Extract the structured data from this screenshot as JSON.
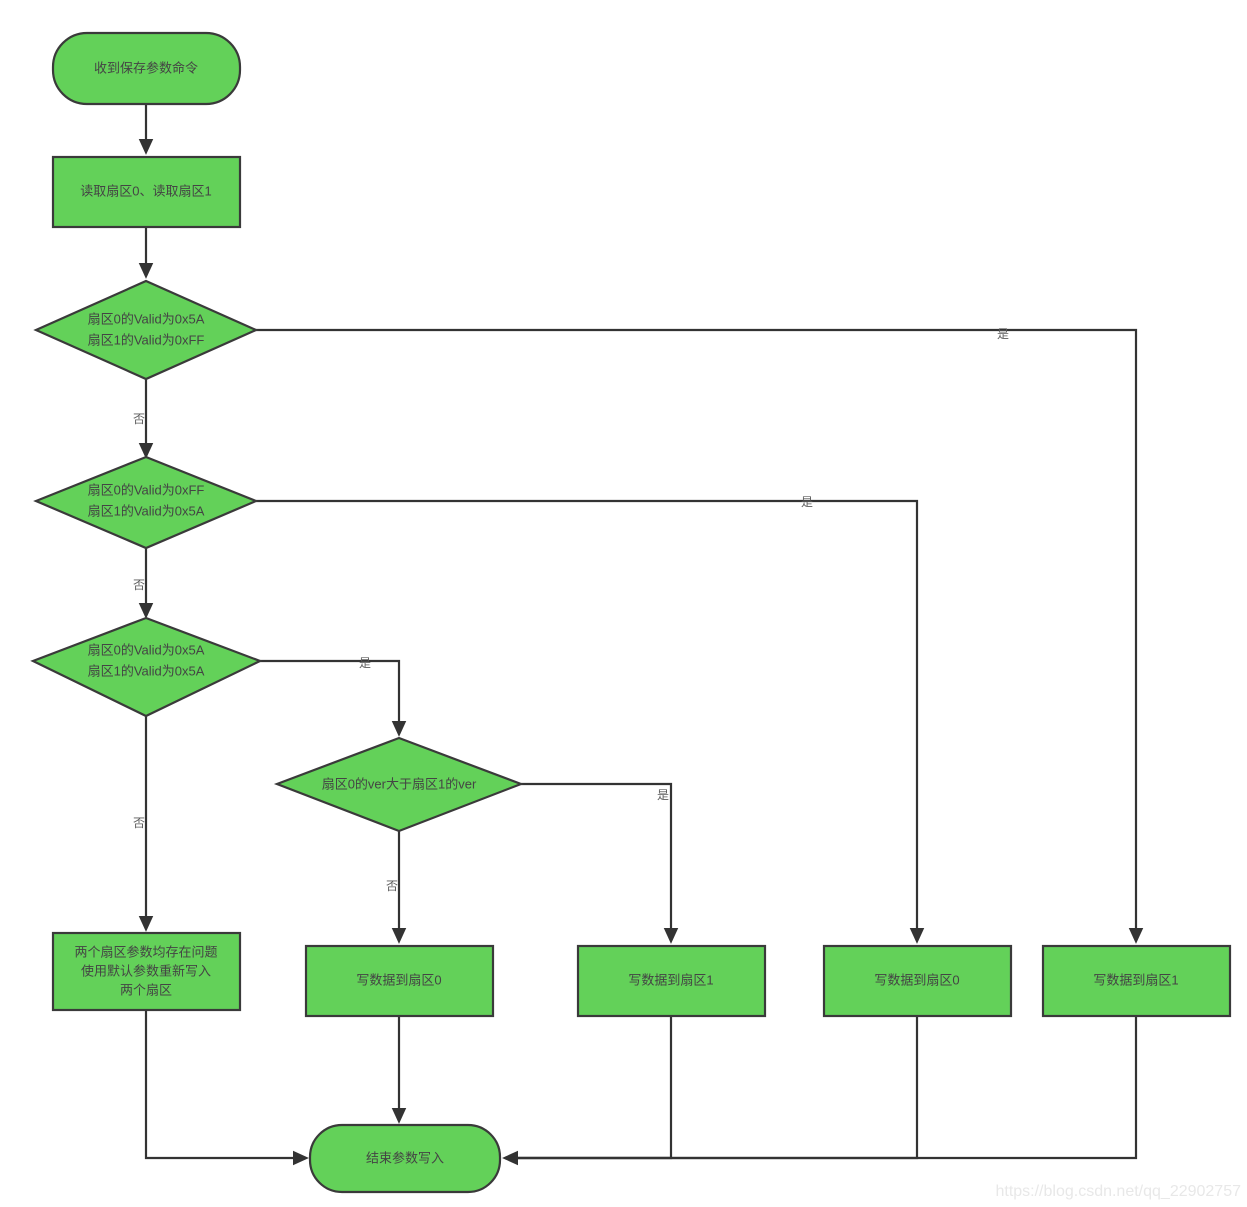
{
  "diagram": {
    "type": "flowchart",
    "title": "",
    "colors": {
      "node_fill": "#63D159",
      "node_stroke": "#3a3a3a",
      "edge_stroke": "#333333",
      "label_text": "#444444",
      "watermark": "#e8e8e8",
      "background": "#ffffff"
    },
    "nodes": {
      "start": {
        "shape": "terminator",
        "label": "收到保存参数命令"
      },
      "read": {
        "shape": "process",
        "label": "读取扇区0、读取扇区1"
      },
      "decision1": {
        "shape": "decision",
        "line1": "扇区0的Valid为0x5A",
        "line2": "扇区1的Valid为0xFF"
      },
      "decision2": {
        "shape": "decision",
        "line1": "扇区0的Valid为0xFF",
        "line2": "扇区1的Valid为0x5A"
      },
      "decision3": {
        "shape": "decision",
        "line1": "扇区0的Valid为0x5A",
        "line2": "扇区1的Valid为0x5A"
      },
      "decision4": {
        "shape": "decision",
        "line1": "扇区0的ver大于扇区1的ver",
        "line2": ""
      },
      "default_write": {
        "shape": "process",
        "line1": "两个扇区参数均存在问题",
        "line2": "使用默认参数重新写入",
        "line3": "两个扇区"
      },
      "write_s0_a": {
        "shape": "process",
        "label": "写数据到扇区0"
      },
      "write_s1_a": {
        "shape": "process",
        "label": "写数据到扇区1"
      },
      "write_s0_b": {
        "shape": "process",
        "label": "写数据到扇区0"
      },
      "write_s1_b": {
        "shape": "process",
        "label": "写数据到扇区1"
      },
      "end": {
        "shape": "terminator",
        "label": "结束参数写入"
      }
    },
    "edge_labels": {
      "yes": "是",
      "no": "否",
      "d1_yes": "是",
      "d1_no": "否",
      "d2_yes": "是",
      "d2_no": "否",
      "d3_yes": "是",
      "d3_no": "否",
      "d4_yes": "是",
      "d4_no": "否"
    },
    "watermark": "https://blog.csdn.net/qq_22902757"
  }
}
